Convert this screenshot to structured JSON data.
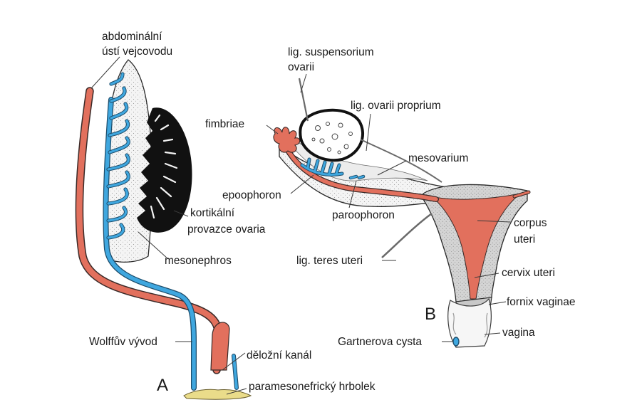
{
  "panels": {
    "a": "A",
    "b": "B"
  },
  "labels_a": {
    "abdominal_ostium_line1": "abdominální",
    "abdominal_ostium_line2": "ústí vejcovodu",
    "cortical_cords_line1": "kortikální",
    "cortical_cords_line2": "provazce ovaria",
    "mesonephros": "mesonephros",
    "wolffian_duct": "Wolffův vývod",
    "uterine_canal": "děložní kanál",
    "paramesonephric_tubercle": "paramesonefrický hrbolek"
  },
  "labels_b": {
    "lig_suspensorium_line1": "lig. suspensorium",
    "lig_suspensorium_line2": "ovarii",
    "lig_ovarii_proprium": "lig. ovarii proprium",
    "fimbriae": "fimbriae",
    "mesovarium": "mesovarium",
    "epoophoron": "epoophoron",
    "paroophoron": "paroophoron",
    "lig_teres_uteri": "lig. teres uteri",
    "corpus_uteri_line1": "corpus",
    "corpus_uteri_line2": "uteri",
    "cervix_uteri": "cervix uteri",
    "fornix_vaginae": "fornix vaginae",
    "vagina": "vagina",
    "gartner_cyst": "Gartnerova cysta"
  },
  "colors": {
    "paramesonephric_duct": "#e2705d",
    "mesonephric_duct": "#3fa7df",
    "ovary_cortex": "#111111",
    "tissue_stipple": "#f2f2f2",
    "uterine_wall": "#d3d3d3",
    "tubercle": "#eadc8a"
  }
}
